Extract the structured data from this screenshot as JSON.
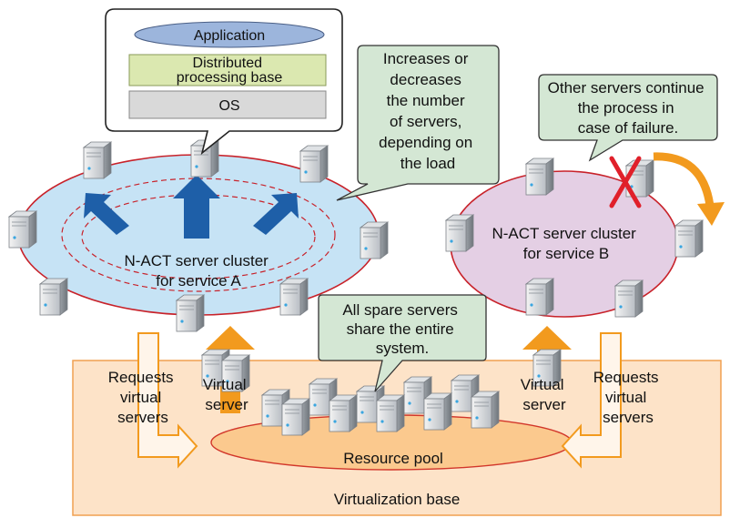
{
  "stack_callout": {
    "application": "Application",
    "distributed_line1": "Distributed",
    "distributed_line2": "processing base",
    "os": "OS"
  },
  "scale_callout": [
    "Increases or",
    "decreases",
    "the number",
    "of servers,",
    "depending on",
    "the load"
  ],
  "failover_callout": [
    "Other servers continue",
    "the process in",
    "case of failure."
  ],
  "spare_callout": [
    "All spare servers",
    "share the entire",
    "system."
  ],
  "cluster_a": [
    "N-ACT server cluster",
    "for service A"
  ],
  "cluster_b": [
    "N-ACT server cluster",
    "for service B"
  ],
  "requests_left": [
    "Requests",
    "virtual",
    "servers"
  ],
  "requests_right": [
    "Requests",
    "virtual",
    "servers"
  ],
  "virtual_left": [
    "Virtual",
    "server"
  ],
  "virtual_right": [
    "Virtual",
    "server"
  ],
  "resource_pool": "Resource pool",
  "virtualization_base": "Virtualization base",
  "colors": {
    "cluster_a_fill": "#c6e3f5",
    "cluster_b_fill": "#e4cfe4",
    "ellipse_border": "#c8222a",
    "base_fill": "#fde3c8",
    "pool_fill": "#fbc98e",
    "callout_fill": "#d4e7d4",
    "arrow_blue": "#1e5fa8",
    "arrow_orange": "#f29a1e",
    "fail_x": "#e0202a"
  }
}
